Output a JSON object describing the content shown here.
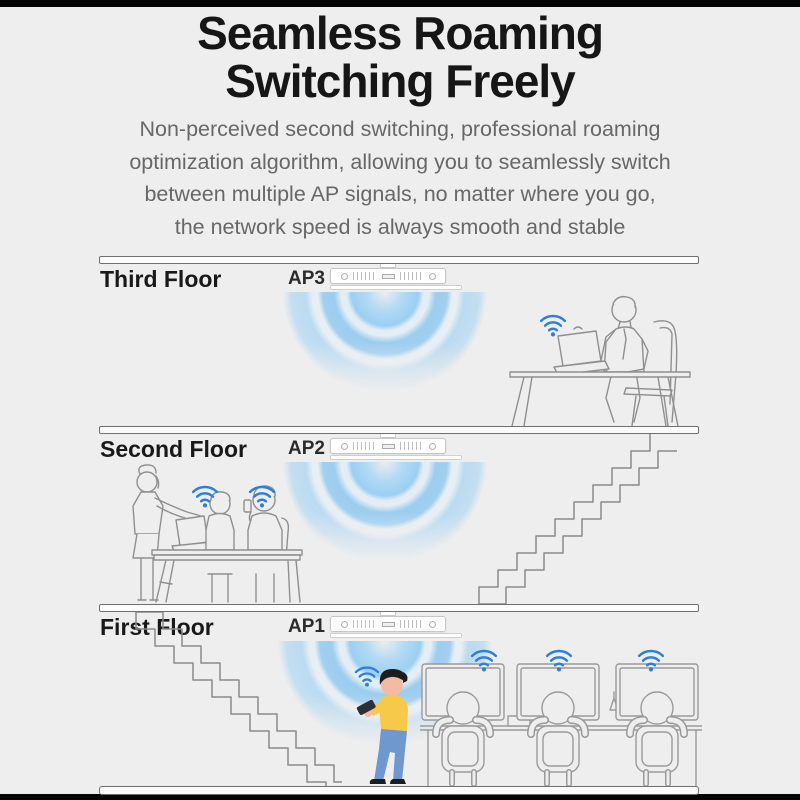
{
  "page": {
    "title_line1": "Seamless Roaming",
    "title_line2": "Switching Freely",
    "subtitle_lines": [
      "Non-perceived second switching, professional roaming",
      "optimization algorithm, allowing you to seamlessly switch",
      "between multiple AP signals, no matter where you go,",
      "the network speed is always smooth and stable"
    ]
  },
  "floors": [
    {
      "label": "Third Floor",
      "ap_label": "AP3"
    },
    {
      "label": "Second Floor",
      "ap_label": "AP2"
    },
    {
      "label": "First Floor",
      "ap_label": "AP1"
    }
  ],
  "colors": {
    "background": "#eeeeef",
    "wifi_blue": "#2f7fd8",
    "signal_blue": "#8ec9ee",
    "line_gray": "#8f8f8f",
    "title_black": "#161616",
    "subtitle_gray": "#676767",
    "shirt_yellow": "#f6c94a",
    "jeans_blue": "#6f98cf",
    "skin": "#f3bba4"
  }
}
